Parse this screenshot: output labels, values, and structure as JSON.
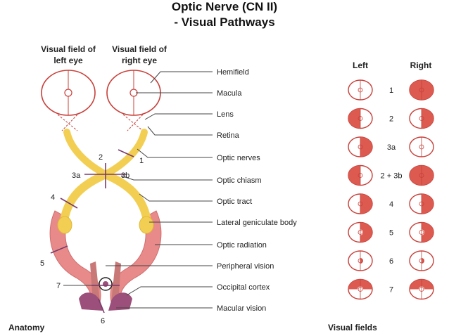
{
  "title_line1": "Optic Nerve (CN II)",
  "title_line2": "- Visual Pathways",
  "colors": {
    "field_red": "#dc5a50",
    "outline_red": "#c8403a",
    "nerve_yellow": "#f2cf52",
    "radiation_pink": "#e98a8a",
    "cortex_purple": "#9b4f7a",
    "line_gray": "#444444"
  },
  "anatomy": {
    "header_left_line1": "Visual field of",
    "header_left_line2": "left eye",
    "header_right_line1": "Visual field of",
    "header_right_line2": "right eye",
    "footer": "Anatomy",
    "callouts": [
      "Hemifield",
      "Macula",
      "Lens",
      "Retina",
      "Optic nerves",
      "Optic chiasm",
      "Optic tract",
      "Lateral geniculate body",
      "Optic radiation",
      "Peripheral vision",
      "Occipital cortex",
      "Macular vision"
    ],
    "lesion_numbers": {
      "n1": "1",
      "n2": "2",
      "n3a": "3a",
      "n3b": "3b",
      "n4": "4",
      "n5": "5",
      "n6": "6",
      "n7": "7"
    }
  },
  "visual_fields": {
    "header_left": "Left",
    "header_right": "Right",
    "footer": "Visual fields",
    "rows": [
      {
        "label": "1",
        "left": "normal",
        "right": "full-loss"
      },
      {
        "label": "2",
        "left": "temporal-half-loss",
        "right": "temporal-half-loss"
      },
      {
        "label": "3a",
        "left": "nasal-half-loss",
        "right": "normal"
      },
      {
        "label": "2 + 3b",
        "left": "temporal-half-loss",
        "right": "full-loss"
      },
      {
        "label": "4",
        "left": "right-half-loss",
        "right": "right-half-loss"
      },
      {
        "label": "5",
        "left": "right-half-loss-macular-sparing",
        "right": "right-half-loss-macular-sparing"
      },
      {
        "label": "6",
        "left": "right-macular-loss",
        "right": "right-macular-loss"
      },
      {
        "label": "7",
        "left": "bilateral-half-loss-macular-sparing",
        "right": "bilateral-half-loss-macular-sparing"
      }
    ]
  }
}
